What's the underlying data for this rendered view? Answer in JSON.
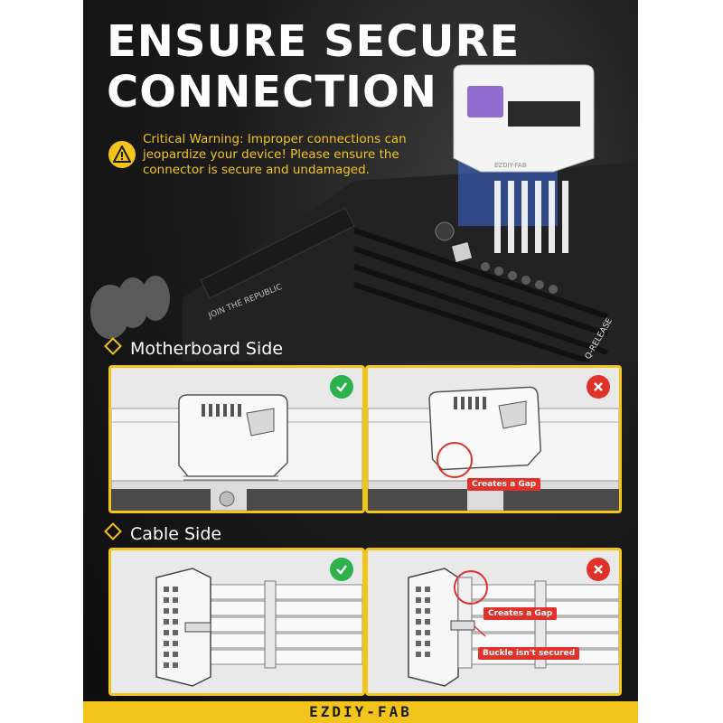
{
  "headline": "ENSURE SECURE\nCONNECTION",
  "warning": {
    "icon": "warning-triangle-icon",
    "text": "Critical Warning: Improper connections can jeopardize your device! Please ensure the connector is secure and undamaged."
  },
  "sections": {
    "motherboard": {
      "label": "Motherboard Side"
    },
    "cable": {
      "label": "Cable Side"
    }
  },
  "callouts": {
    "mb_gap": "Creates a Gap",
    "cable_gap": "Creates a Gap",
    "buckle": "Buckle isn't secured"
  },
  "product_texts": {
    "connector_brand": "EZDIY-FAB",
    "board_slogan": "JOIN THE REPUBLIC",
    "board_tag": "Q-RELEASE"
  },
  "footer": {
    "brand": "EZDIY-FAB"
  },
  "colors": {
    "accent": "#f3c51c",
    "ok": "#2bb24c",
    "bad": "#e0312a",
    "background": "#151515"
  }
}
